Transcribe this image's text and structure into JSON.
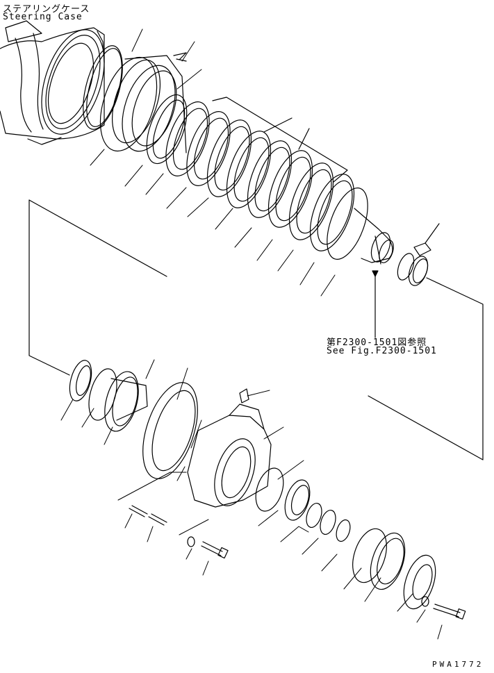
{
  "labels": {
    "steering_case_jp": "ステアリングケース",
    "steering_case_en": "Steering Case",
    "see_fig_jp": "第F2300-1501図参照",
    "see_fig_en": "See Fig.F2300-1501",
    "drawing_code": "PWA1772"
  },
  "colors": {
    "line": "#000000",
    "background": "#ffffff"
  }
}
